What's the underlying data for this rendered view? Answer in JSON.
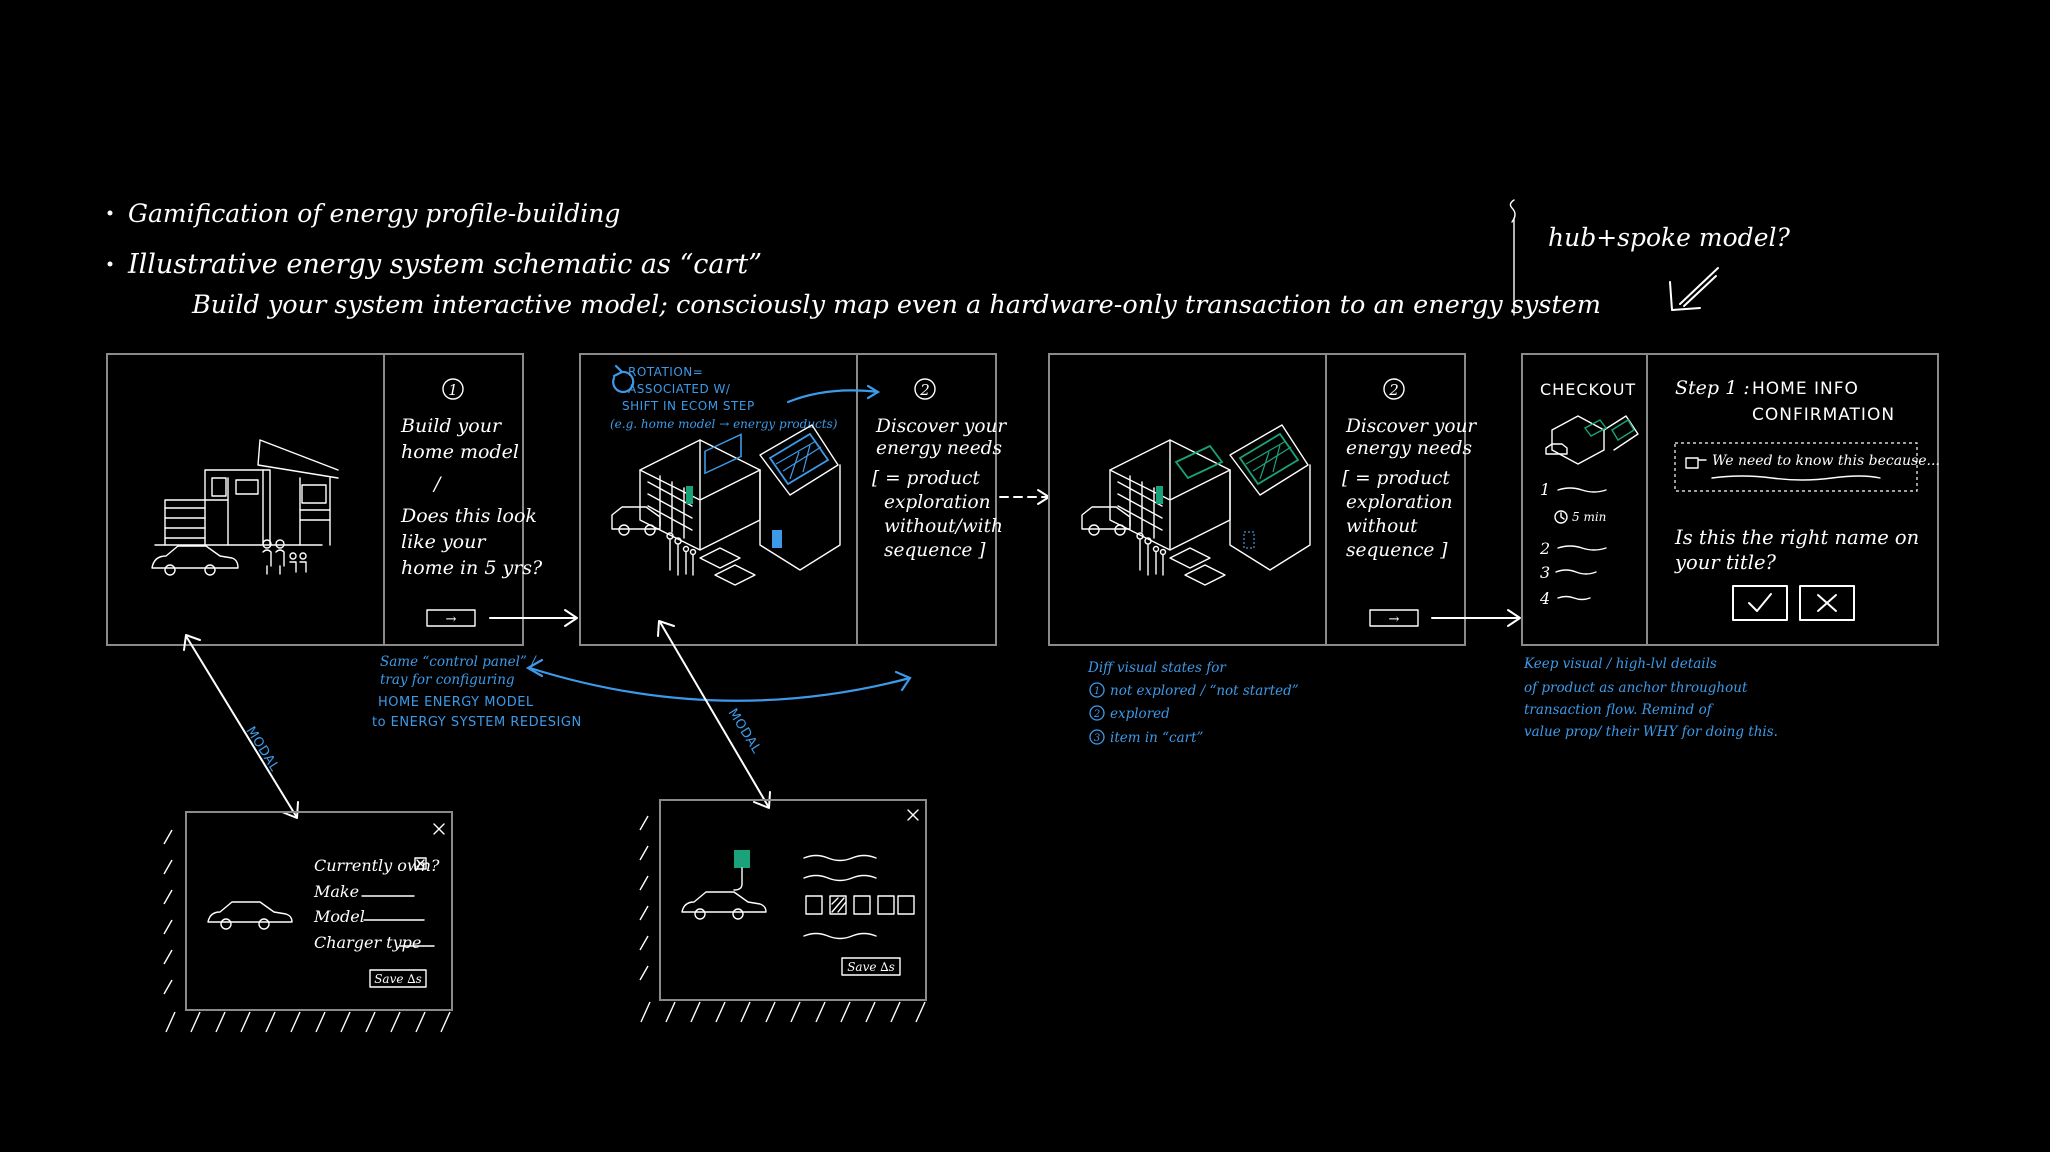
{
  "notes": {
    "bullet1": "Gamification of energy profile-building",
    "bullet2": "Illustrative energy system schematic as “cart”",
    "bullet2_sub": "Build your system interactive model; consciously map even a hardware-only transaction to an energy system",
    "side_question": "hub+spoke model?"
  },
  "panel1": {
    "step_number": "1",
    "text_lines": [
      "Build your",
      "home model",
      "/",
      "Does this look",
      "like your",
      "home in 5 yrs?"
    ],
    "button_label": "→"
  },
  "panel2": {
    "annotation_lines": [
      "ROTATION=",
      "ASSOCIATED W/",
      "SHIFT IN ECOM STEP"
    ],
    "annotation_example": "(e.g. home model → energy products)",
    "step_number": "2",
    "text_lines": [
      "Discover your",
      "energy needs",
      "[ = product",
      "exploration",
      "without/with",
      "sequence ]"
    ]
  },
  "panel3": {
    "step_number": "2",
    "text_lines": [
      "Discover your",
      "energy needs",
      "[ = product",
      "exploration",
      "without",
      "sequence ]"
    ],
    "button_label": "→"
  },
  "panel4": {
    "title": "CHECKOUT",
    "timer": "5 min",
    "steps": [
      "1",
      "2",
      "3",
      "4"
    ],
    "step_heading_a": "Step 1 :",
    "step_heading_b": "HOME INFO",
    "step_heading_c": "CONFIRMATION",
    "callout": "We need to know this because...",
    "question_lines": [
      "Is this the right name on",
      "your title?"
    ],
    "confirm_icon": "check-icon",
    "reject_icon": "close-icon"
  },
  "annotations": {
    "control_panel": [
      "Same “control panel” /",
      "tray for configuring"
    ],
    "control_panel_caps": [
      "HOME ENERGY MODEL",
      "to ENERGY SYSTEM REDESIGN"
    ],
    "diff_states_title": "Diff visual states for",
    "diff_states": [
      "not explored / “not started”",
      "explored",
      "item in “cart”"
    ],
    "keep_visual": [
      "Keep visual / high-lvl details",
      "of product as anchor throughout",
      "transaction flow. Remind of",
      "value prop/ their WHY for doing this."
    ],
    "modal_label": "MODAL"
  },
  "modal1": {
    "lines": [
      "Currently own?",
      "Make",
      "Model",
      "Charger type"
    ],
    "save_label": "Save ∆s"
  },
  "modal2": {
    "save_label": "Save ∆s"
  },
  "colors": {
    "background": "#000000",
    "ink": "#ffffff",
    "accent_blue": "#3d9ae8",
    "accent_green": "#1aa37a",
    "frame": "#8a8a8a"
  }
}
